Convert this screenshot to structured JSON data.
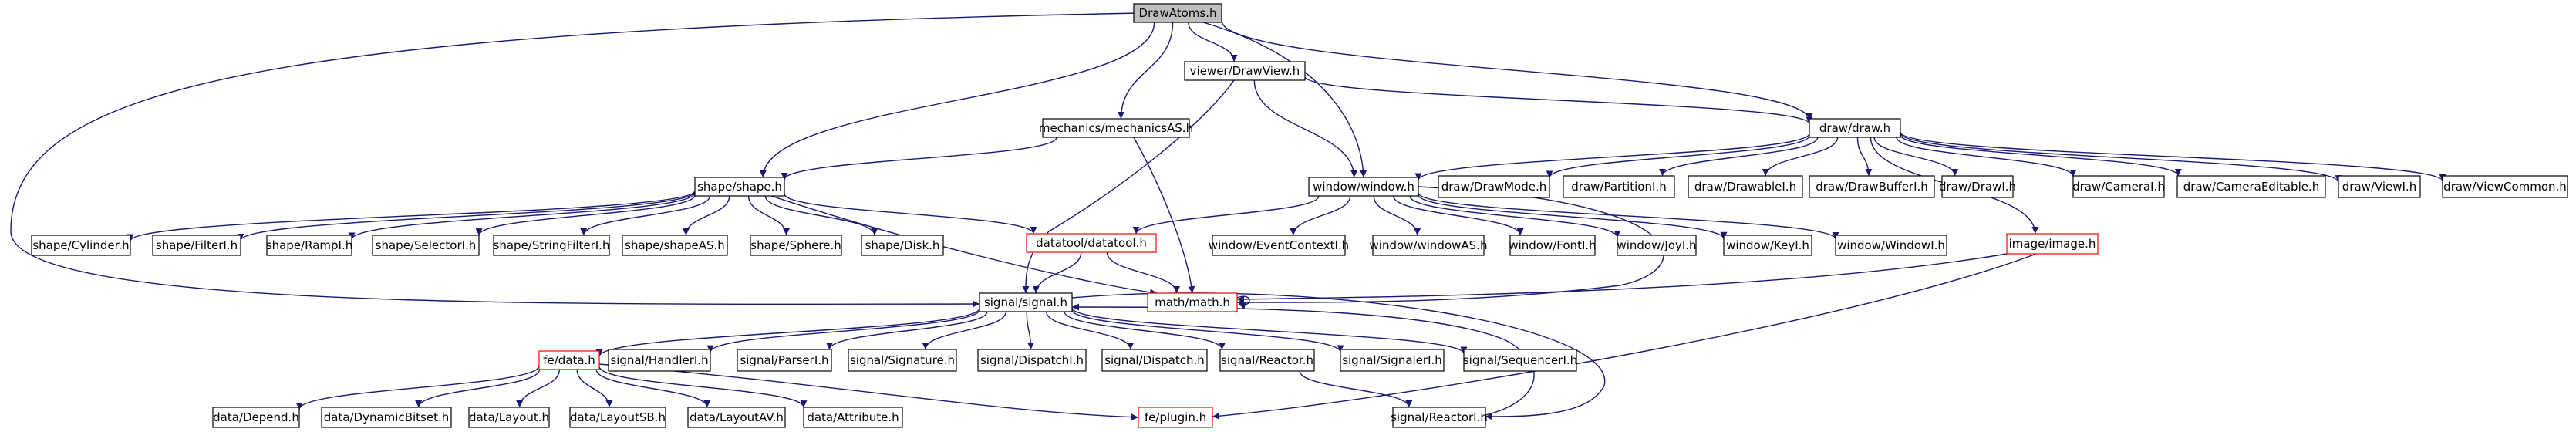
{
  "diagram": {
    "root": "DrawAtoms.h",
    "colors": {
      "edge": "#191970",
      "node_border": "#000000",
      "root_fill": "#bfbfbf",
      "incomplete_border": "#ff0000"
    },
    "nodes": [
      {
        "id": "drawatoms",
        "label": "DrawAtoms.h",
        "style": "root"
      },
      {
        "id": "drawview",
        "label": "viewer/DrawView.h"
      },
      {
        "id": "mechanicsas",
        "label": "mechanics/mechanicsAS.h"
      },
      {
        "id": "draw",
        "label": "draw/draw.h"
      },
      {
        "id": "shape",
        "label": "shape/shape.h"
      },
      {
        "id": "window",
        "label": "window/window.h"
      },
      {
        "id": "drawmode",
        "label": "draw/DrawMode.h"
      },
      {
        "id": "partitioni",
        "label": "draw/PartitionI.h"
      },
      {
        "id": "drawablei",
        "label": "draw/DrawableI.h"
      },
      {
        "id": "drawbufferi",
        "label": "draw/DrawBufferI.h"
      },
      {
        "id": "drawi",
        "label": "draw/DrawI.h"
      },
      {
        "id": "camerai",
        "label": "draw/CameraI.h"
      },
      {
        "id": "cameraeditable",
        "label": "draw/CameraEditable.h"
      },
      {
        "id": "viewi",
        "label": "draw/ViewI.h"
      },
      {
        "id": "viewcommon",
        "label": "draw/ViewCommon.h"
      },
      {
        "id": "cylinder",
        "label": "shape/Cylinder.h"
      },
      {
        "id": "filteri",
        "label": "shape/FilterI.h"
      },
      {
        "id": "rampi",
        "label": "shape/RampI.h"
      },
      {
        "id": "selectori",
        "label": "shape/SelectorI.h"
      },
      {
        "id": "stringfilteri",
        "label": "shape/StringFilterI.h"
      },
      {
        "id": "shapeas",
        "label": "shape/shapeAS.h"
      },
      {
        "id": "sphere",
        "label": "shape/Sphere.h"
      },
      {
        "id": "disk",
        "label": "shape/Disk.h"
      },
      {
        "id": "datatool",
        "label": "datatool/datatool.h",
        "style": "incomplete"
      },
      {
        "id": "eventcontexti",
        "label": "window/EventContextI.h"
      },
      {
        "id": "windowas",
        "label": "window/windowAS.h"
      },
      {
        "id": "fonti",
        "label": "window/FontI.h"
      },
      {
        "id": "joyi",
        "label": "window/JoyI.h"
      },
      {
        "id": "keyi",
        "label": "window/KeyI.h"
      },
      {
        "id": "windowi",
        "label": "window/WindowI.h"
      },
      {
        "id": "image",
        "label": "image/image.h",
        "style": "incomplete"
      },
      {
        "id": "signal",
        "label": "signal/signal.h"
      },
      {
        "id": "math",
        "label": "math/math.h",
        "style": "incomplete"
      },
      {
        "id": "fedata",
        "label": "fe/data.h",
        "style": "incomplete"
      },
      {
        "id": "handleri",
        "label": "signal/HandlerI.h"
      },
      {
        "id": "parseri",
        "label": "signal/ParserI.h"
      },
      {
        "id": "signature",
        "label": "signal/Signature.h"
      },
      {
        "id": "dispatchi",
        "label": "signal/DispatchI.h"
      },
      {
        "id": "dispatch",
        "label": "signal/Dispatch.h"
      },
      {
        "id": "reactor",
        "label": "signal/Reactor.h"
      },
      {
        "id": "signaleri",
        "label": "signal/SignalerI.h"
      },
      {
        "id": "sequenceri",
        "label": "signal/SequencerI.h"
      },
      {
        "id": "depend",
        "label": "data/Depend.h"
      },
      {
        "id": "dynamicbitset",
        "label": "data/DynamicBitset.h"
      },
      {
        "id": "layout",
        "label": "data/Layout.h"
      },
      {
        "id": "layoutsb",
        "label": "data/LayoutSB.h"
      },
      {
        "id": "layoutav",
        "label": "data/LayoutAV.h"
      },
      {
        "id": "attribute",
        "label": "data/Attribute.h"
      },
      {
        "id": "plugin",
        "label": "fe/plugin.h",
        "style": "incomplete"
      },
      {
        "id": "reactori",
        "label": "signal/ReactorI.h"
      }
    ],
    "edges": [
      [
        "drawatoms",
        "drawview"
      ],
      [
        "drawatoms",
        "mechanicsas"
      ],
      [
        "drawatoms",
        "draw"
      ],
      [
        "drawatoms",
        "shape"
      ],
      [
        "drawatoms",
        "window"
      ],
      [
        "drawatoms",
        "signal"
      ],
      [
        "drawview",
        "draw"
      ],
      [
        "drawview",
        "window"
      ],
      [
        "drawview",
        "signal"
      ],
      [
        "mechanicsas",
        "shape"
      ],
      [
        "mechanicsas",
        "math"
      ],
      [
        "draw",
        "window"
      ],
      [
        "draw",
        "drawmode"
      ],
      [
        "draw",
        "partitioni"
      ],
      [
        "draw",
        "drawablei"
      ],
      [
        "draw",
        "drawbufferi"
      ],
      [
        "draw",
        "drawi"
      ],
      [
        "draw",
        "camerai"
      ],
      [
        "draw",
        "cameraeditable"
      ],
      [
        "draw",
        "viewi"
      ],
      [
        "draw",
        "viewcommon"
      ],
      [
        "draw",
        "image"
      ],
      [
        "shape",
        "cylinder"
      ],
      [
        "shape",
        "filteri"
      ],
      [
        "shape",
        "rampi"
      ],
      [
        "shape",
        "selectori"
      ],
      [
        "shape",
        "stringfilteri"
      ],
      [
        "shape",
        "shapeas"
      ],
      [
        "shape",
        "sphere"
      ],
      [
        "shape",
        "disk"
      ],
      [
        "shape",
        "datatool"
      ],
      [
        "shape",
        "math"
      ],
      [
        "window",
        "datatool"
      ],
      [
        "window",
        "eventcontexti"
      ],
      [
        "window",
        "windowas"
      ],
      [
        "window",
        "fonti"
      ],
      [
        "window",
        "joyi"
      ],
      [
        "window",
        "keyi"
      ],
      [
        "window",
        "windowi"
      ],
      [
        "window",
        "math"
      ],
      [
        "datatool",
        "signal"
      ],
      [
        "datatool",
        "math"
      ],
      [
        "image",
        "math"
      ],
      [
        "image",
        "plugin"
      ],
      [
        "math",
        "math"
      ],
      [
        "signal",
        "fedata"
      ],
      [
        "signal",
        "handleri"
      ],
      [
        "signal",
        "parseri"
      ],
      [
        "signal",
        "signature"
      ],
      [
        "signal",
        "dispatchi"
      ],
      [
        "signal",
        "dispatch"
      ],
      [
        "signal",
        "reactor"
      ],
      [
        "signal",
        "signaleri"
      ],
      [
        "signal",
        "sequenceri"
      ],
      [
        "signal",
        "reactori"
      ],
      [
        "fedata",
        "depend"
      ],
      [
        "fedata",
        "dynamicbitset"
      ],
      [
        "fedata",
        "layout"
      ],
      [
        "fedata",
        "layoutsb"
      ],
      [
        "fedata",
        "layoutav"
      ],
      [
        "fedata",
        "attribute"
      ],
      [
        "fedata",
        "plugin"
      ],
      [
        "reactor",
        "reactori"
      ],
      [
        "reactori",
        "signal"
      ]
    ]
  }
}
